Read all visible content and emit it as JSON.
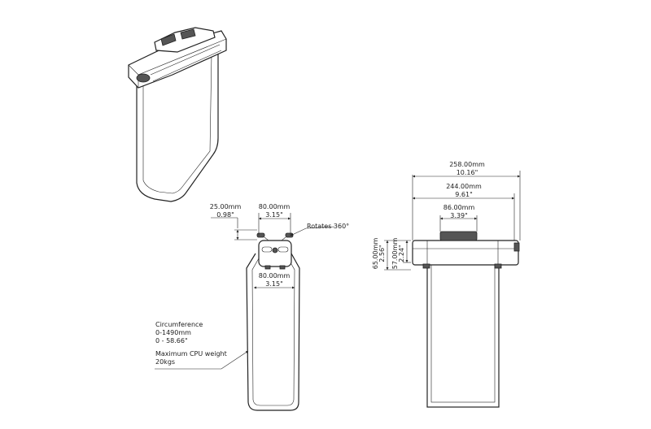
{
  "front_view": {
    "height_dim": {
      "mm": "25.00mm",
      "inch": "0.98\""
    },
    "top_width_dim": {
      "mm": "80.00mm",
      "inch": "3.15\""
    },
    "rotation_note": "Rotates 360°",
    "inner_width_dim": {
      "mm": "80.00mm",
      "inch": "3.15\""
    }
  },
  "notes": {
    "circumference_title": "Circumference",
    "circumference_mm": "0-1490mm",
    "circumference_inch": "0 - 58.66\"",
    "max_weight_title": "Maximum CPU weight",
    "max_weight_value": "20kgs"
  },
  "side_view": {
    "overall_width_dim": {
      "mm": "258.00mm",
      "inch": "10.16\""
    },
    "inner_width_dim": {
      "mm": "244.00mm",
      "inch": "9.61\""
    },
    "mount_width_dim": {
      "mm": "86.00mm",
      "inch": "3.39\""
    },
    "overall_height_dim": {
      "mm": "65.00mm",
      "inch": "2.56\""
    },
    "body_height_dim": {
      "mm": "57.00mm",
      "inch": "2.24\""
    }
  }
}
